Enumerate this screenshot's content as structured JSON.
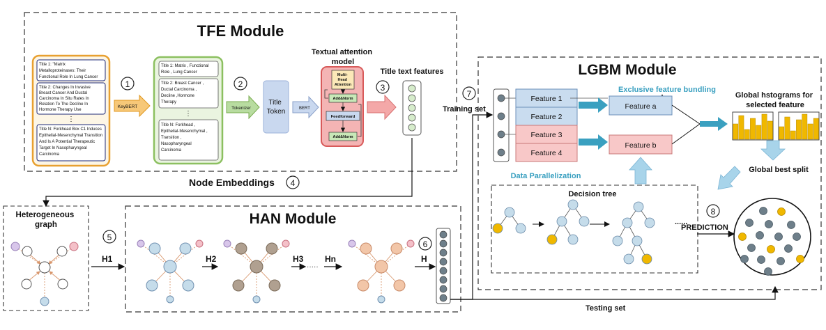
{
  "tfe": {
    "title": "TFE Module",
    "input_titles": {
      "t1": [
        "Title 1:  \"Matrix",
        "Metalloproteinases: Their",
        "Functional Role In Lung Cancer"
      ],
      "t2": [
        "Title 2:  Changes In Invasive",
        "Breast Cancer And Ductal",
        "Carcinoma In Situ Rates In",
        "Relation To The Decline In",
        "Hormone Therapy Use"
      ],
      "dots": "⋮",
      "tn": [
        "Title N:  Forkhead Box C1 Induces",
        "Epithelial-Mesenchymal Transition",
        "And Is A Potential Therapeutic",
        "Target In Nasopharyngeal",
        "Carcinoma"
      ]
    },
    "keyword_titles": {
      "t1": [
        "Title 1:  Matrix , Functional",
        "Role , Lung Cancer"
      ],
      "t2": [
        "Title 2:  Breast Cancer ,",
        "Ductal Carcinoma ,",
        "Decline ,Hormone",
        "Therapy"
      ],
      "dots": "⋮",
      "tn": [
        "Title N:  Forkhead ,",
        "Epithelial-Mesenchymal ,",
        "Transition ,",
        "Nasopharyngeal",
        "Carcinoma"
      ]
    },
    "keybert": "KeyBERT",
    "tokenizer": "Tokenizer",
    "title_token": [
      "Title",
      "Token"
    ],
    "bert": "BERT",
    "attention_title": [
      "Textual attention",
      "model"
    ],
    "mha": [
      "Multi-",
      "Head",
      "Attention"
    ],
    "add_norm": "Add&Norm",
    "feedforward": "Feedforward",
    "features_label": "Title text features",
    "steps": [
      "1",
      "2",
      "3"
    ]
  },
  "node_embeddings": "Node Embeddings",
  "step4": "4",
  "hetero": {
    "title": [
      "Heterogeneous",
      "graph"
    ],
    "step": "5",
    "h1": "H1"
  },
  "han": {
    "title": "HAN Module",
    "h2": "H2",
    "h3": "H3",
    "dots": "·····",
    "hn": "Hn",
    "step": "6",
    "h": "H"
  },
  "lgbm": {
    "title": "LGBM Module",
    "step7": "7",
    "training_set": "Training set",
    "features": [
      "Feature 1",
      "Feature 2",
      "Feature 3",
      "Feature 4"
    ],
    "feature_a": "Feature a",
    "feature_b": "Feature b",
    "efb": "Exclusive feature bundling",
    "global_hist": [
      "Global hstograms for",
      "selected feature"
    ],
    "global_split": "Global best split",
    "data_parallel": "Data Parallelization",
    "decision_tree": "Decision tree",
    "dots": "......",
    "step8": "8",
    "prediction": "PREDICTION",
    "testing_set": "Testing set"
  },
  "colors": {
    "orange": "#e8a030",
    "green": "#8cc060",
    "red": "#d85a5a",
    "blue_node": "#c5dcea",
    "teal": "#3aa0c0",
    "gold": "#f0b800",
    "gray_node": "#6e7f8a",
    "brown_node": "#b0a090",
    "peach_node": "#f2c6a8",
    "purple_node": "#d8c6ea",
    "pink_node": "#f4c0c8"
  }
}
